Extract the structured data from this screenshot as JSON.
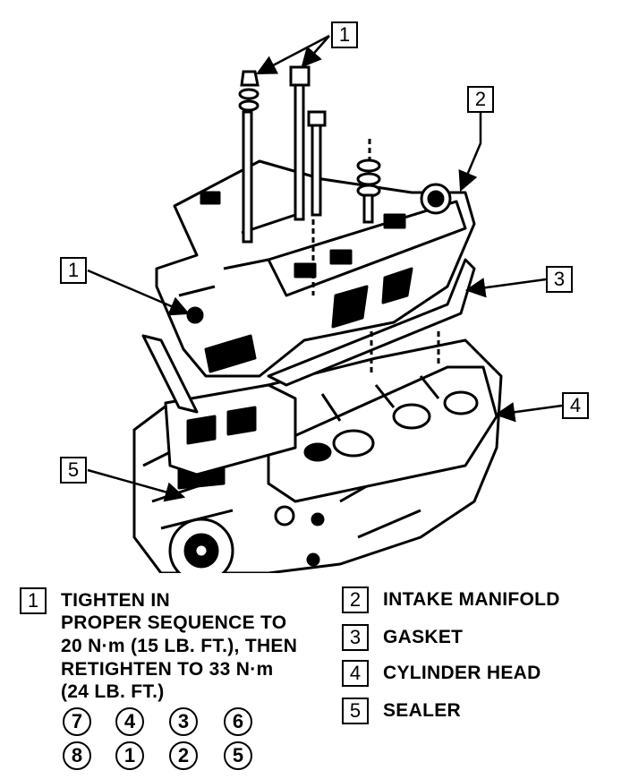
{
  "callouts": {
    "c1_top": "1",
    "c2": "2",
    "c3": "3",
    "c1_left": "1",
    "c4": "4",
    "c5": "5"
  },
  "legend": {
    "item1": {
      "number": "1",
      "lines": [
        "TIGHTEN IN",
        "PROPER SEQUENCE TO",
        "20 N·m (15 LB. FT.), THEN",
        "RETIGHTEN TO 33 N·m",
        "(24 LB. FT.)"
      ]
    },
    "item2": {
      "number": "2",
      "text": "INTAKE MANIFOLD"
    },
    "item3": {
      "number": "3",
      "text": "GASKET"
    },
    "item4": {
      "number": "4",
      "text": "CYLINDER HEAD"
    },
    "item5": {
      "number": "5",
      "text": "SEALER"
    }
  },
  "sequence": {
    "row1": [
      "7",
      "4",
      "3",
      "6"
    ],
    "row2": [
      "8",
      "1",
      "2",
      "5"
    ]
  }
}
